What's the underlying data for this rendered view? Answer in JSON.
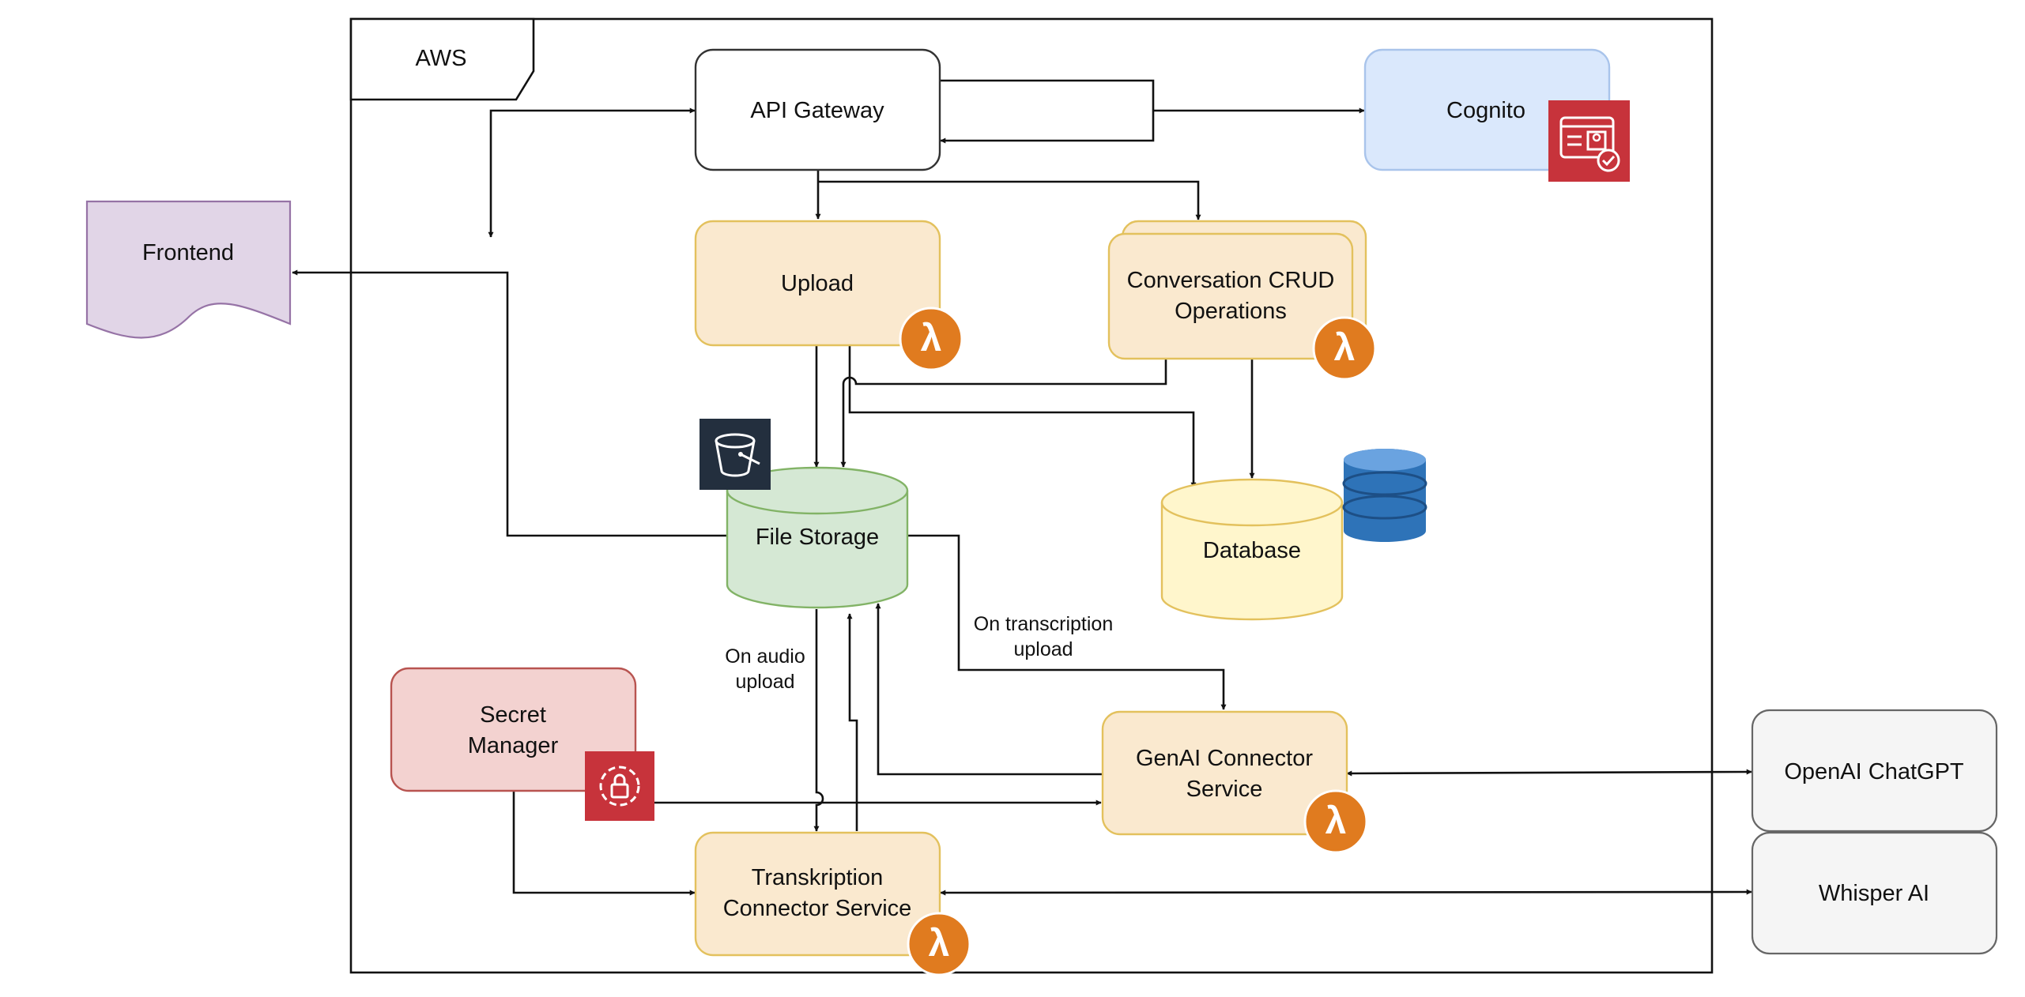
{
  "boundary": {
    "label": "AWS"
  },
  "nodes": {
    "frontend": {
      "label": "Frontend",
      "fill": "#e1d5e7",
      "stroke": "#9673a6"
    },
    "api_gateway": {
      "label": "API Gateway",
      "fill": "#ffffff",
      "stroke": "#333333"
    },
    "cognito": {
      "label": "Cognito",
      "fill": "#dae8fc",
      "stroke": "#a9c4eb"
    },
    "upload": {
      "label": "Upload",
      "fill": "#fae9cf",
      "stroke": "#e3c15d"
    },
    "conversation_crud": {
      "lines": [
        "Conversation CRUD",
        "Operations"
      ],
      "fill": "#fae9cf",
      "stroke": "#e3c15d"
    },
    "file_storage": {
      "label": "File Storage",
      "fill": "#d5e8d4",
      "stroke": "#82b366"
    },
    "database": {
      "label": "Database",
      "fill": "#fff6cc",
      "stroke": "#e3c15d"
    },
    "secret_manager": {
      "lines": [
        "Secret",
        "Manager"
      ],
      "fill": "#f3d2d0",
      "stroke": "#b85450"
    },
    "genai_connector": {
      "lines": [
        "GenAI Connector",
        "Service"
      ],
      "fill": "#fae9cf",
      "stroke": "#e3c15d"
    },
    "transcription_connector": {
      "lines": [
        "Transkription",
        "Connector Service"
      ],
      "fill": "#fae9cf",
      "stroke": "#e3c15d"
    },
    "openai": {
      "label": "OpenAI ChatGPT",
      "fill": "#f5f5f5",
      "stroke": "#666666"
    },
    "whisper": {
      "label": "Whisper AI",
      "fill": "#f5f5f5",
      "stroke": "#666666"
    }
  },
  "edge_labels": {
    "on_audio_upload": [
      "On audio",
      "upload"
    ],
    "on_transcription_upload": [
      "On transcription",
      "upload"
    ]
  },
  "icons": {
    "lambda": {
      "name": "lambda-icon",
      "glyph": "λ",
      "color": "#e07b1f"
    },
    "cognito": {
      "name": "cognito-icon",
      "color": "#c7333b"
    },
    "s3": {
      "name": "s3-bucket-icon",
      "color": "#232f3e"
    },
    "dynamodb": {
      "name": "dynamodb-icon",
      "color": "#2e73b8"
    },
    "secrets": {
      "name": "secrets-manager-icon",
      "color": "#c7333b"
    }
  }
}
